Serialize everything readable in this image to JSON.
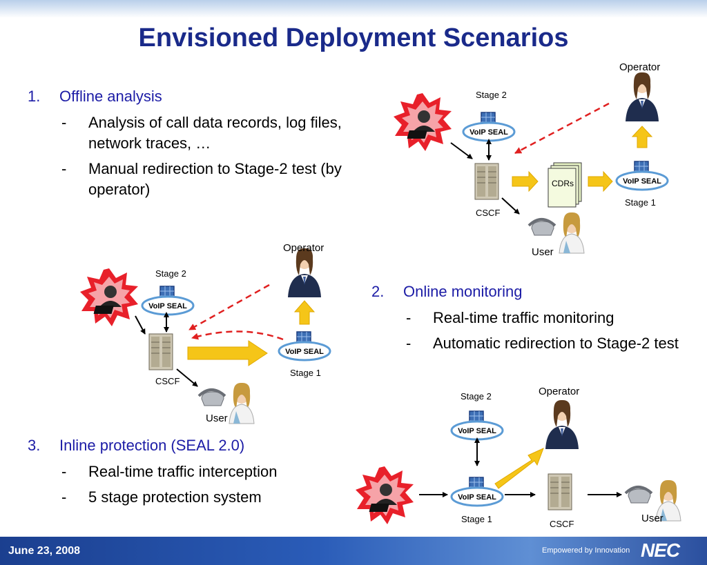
{
  "title": "Envisioned Deployment Scenarios",
  "sections": [
    {
      "num": "1.",
      "heading": "Offline analysis",
      "bullets": [
        "Analysis of call data records, log files, network traces, …",
        "Manual redirection to Stage-2 test (by operator)"
      ]
    },
    {
      "num": "2.",
      "heading": "Online monitoring",
      "bullets": [
        "Real-time traffic monitoring",
        "Automatic redirection to Stage-2 test"
      ]
    },
    {
      "num": "3.",
      "heading": "Inline protection (SEAL 2.0)",
      "bullets": [
        "Real-time traffic interception",
        "5 stage protection system"
      ]
    }
  ],
  "bullet_dash": "-",
  "labels": {
    "operator": "Operator",
    "stage2": "Stage 2",
    "stage1": "Stage 1",
    "voip_seal": "VoIP SEAL",
    "cscf": "CSCF",
    "user": "User",
    "cdrs": "CDRs"
  },
  "footer": {
    "date": "June 23, 2008",
    "tagline": "Empowered by Innovation",
    "logo": "NEC"
  },
  "colors": {
    "title": "#1a2a8a",
    "heading": "#1c1ca6",
    "attacker_burst": "#e8202a",
    "seal_ellipse": "#5b9bd5",
    "redirect_dashed": "#e02020",
    "flow_arrow": "#f5c518",
    "footer": "#2a5cb8"
  }
}
